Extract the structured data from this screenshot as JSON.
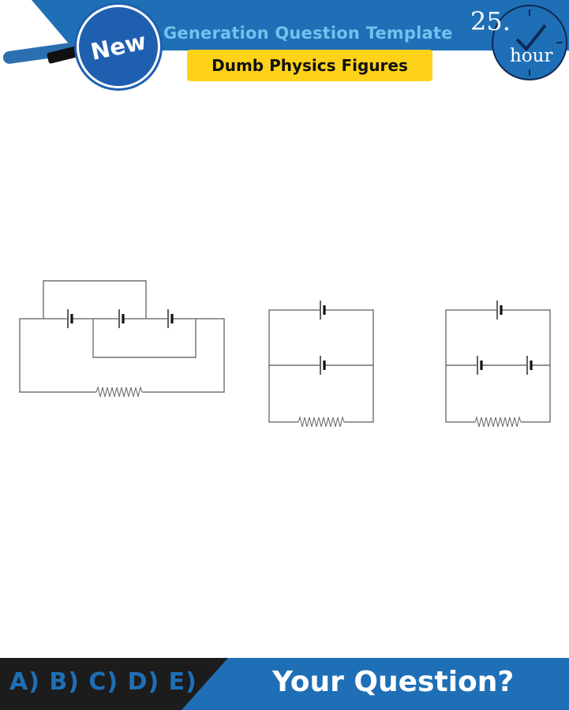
{
  "header": {
    "title": "Generation Question Template",
    "subtitle": "Dumb Physics Figures",
    "badge": "New",
    "timer_number": "25.",
    "timer_unit": "hour",
    "colors": {
      "band": "#1f6fb6",
      "title": "#6fc3ee",
      "subtitle_bg": "#ffd21a"
    }
  },
  "figures": [
    {
      "name": "circuit-1",
      "cells": 3,
      "resistors": 1
    },
    {
      "name": "circuit-2",
      "cells": 2,
      "resistors": 1
    },
    {
      "name": "circuit-3",
      "cells": 3,
      "resistors": 1
    }
  ],
  "footer": {
    "options": "A) B) C) D) E)",
    "question": "Your Question?",
    "colors": {
      "left": "#1c1c1c",
      "right": "#1f6fb6"
    }
  }
}
